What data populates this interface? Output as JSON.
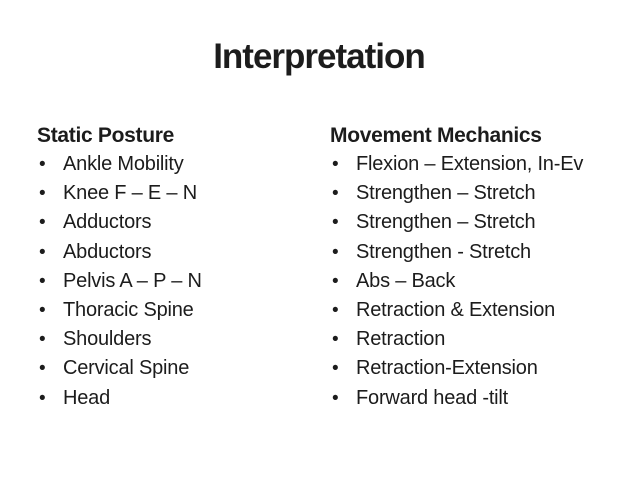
{
  "slide": {
    "title": "Interpretation",
    "bullet_glyph": "•",
    "colors": {
      "background": "#ffffff",
      "text": "#1c1c1c"
    },
    "columns": [
      {
        "heading": "Static Posture",
        "items": [
          "Ankle Mobility",
          "Knee F – E – N",
          "Adductors",
          "Abductors",
          "Pelvis A – P – N",
          "Thoracic Spine",
          "Shoulders",
          "Cervical Spine",
          "Head"
        ]
      },
      {
        "heading": "Movement Mechanics",
        "items": [
          "Flexion – Extension, In-Ev",
          "Strengthen – Stretch",
          "Strengthen – Stretch",
          "Strengthen - Stretch",
          "Abs – Back",
          "Retraction & Extension",
          "Retraction",
          "Retraction-Extension",
          "Forward head -tilt"
        ]
      }
    ]
  }
}
